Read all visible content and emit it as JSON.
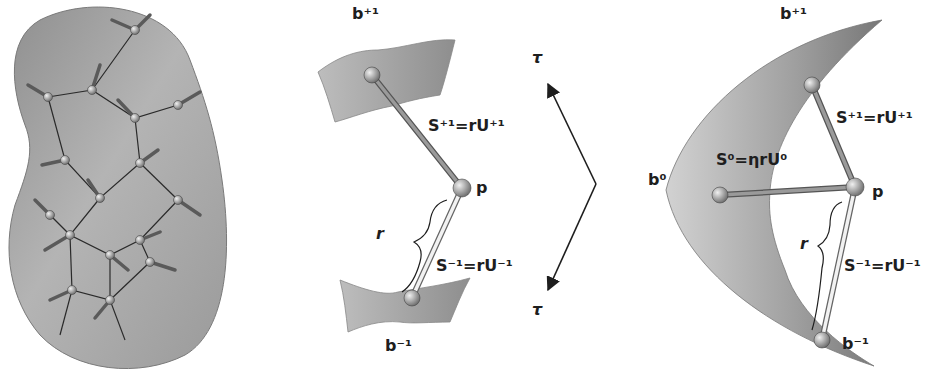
{
  "diagram": {
    "labels": [
      "b⁺¹",
      "S⁺¹=rU⁺¹",
      "p",
      "r",
      "S⁻¹=rU⁻¹",
      "b⁻¹",
      "τ",
      "τ",
      "b⁺¹",
      "S⁺¹=rU⁺¹",
      "b⁰",
      "S⁰=ηrU⁰",
      "p",
      "r",
      "S⁻¹=rU⁻¹",
      "b⁻¹"
    ]
  }
}
